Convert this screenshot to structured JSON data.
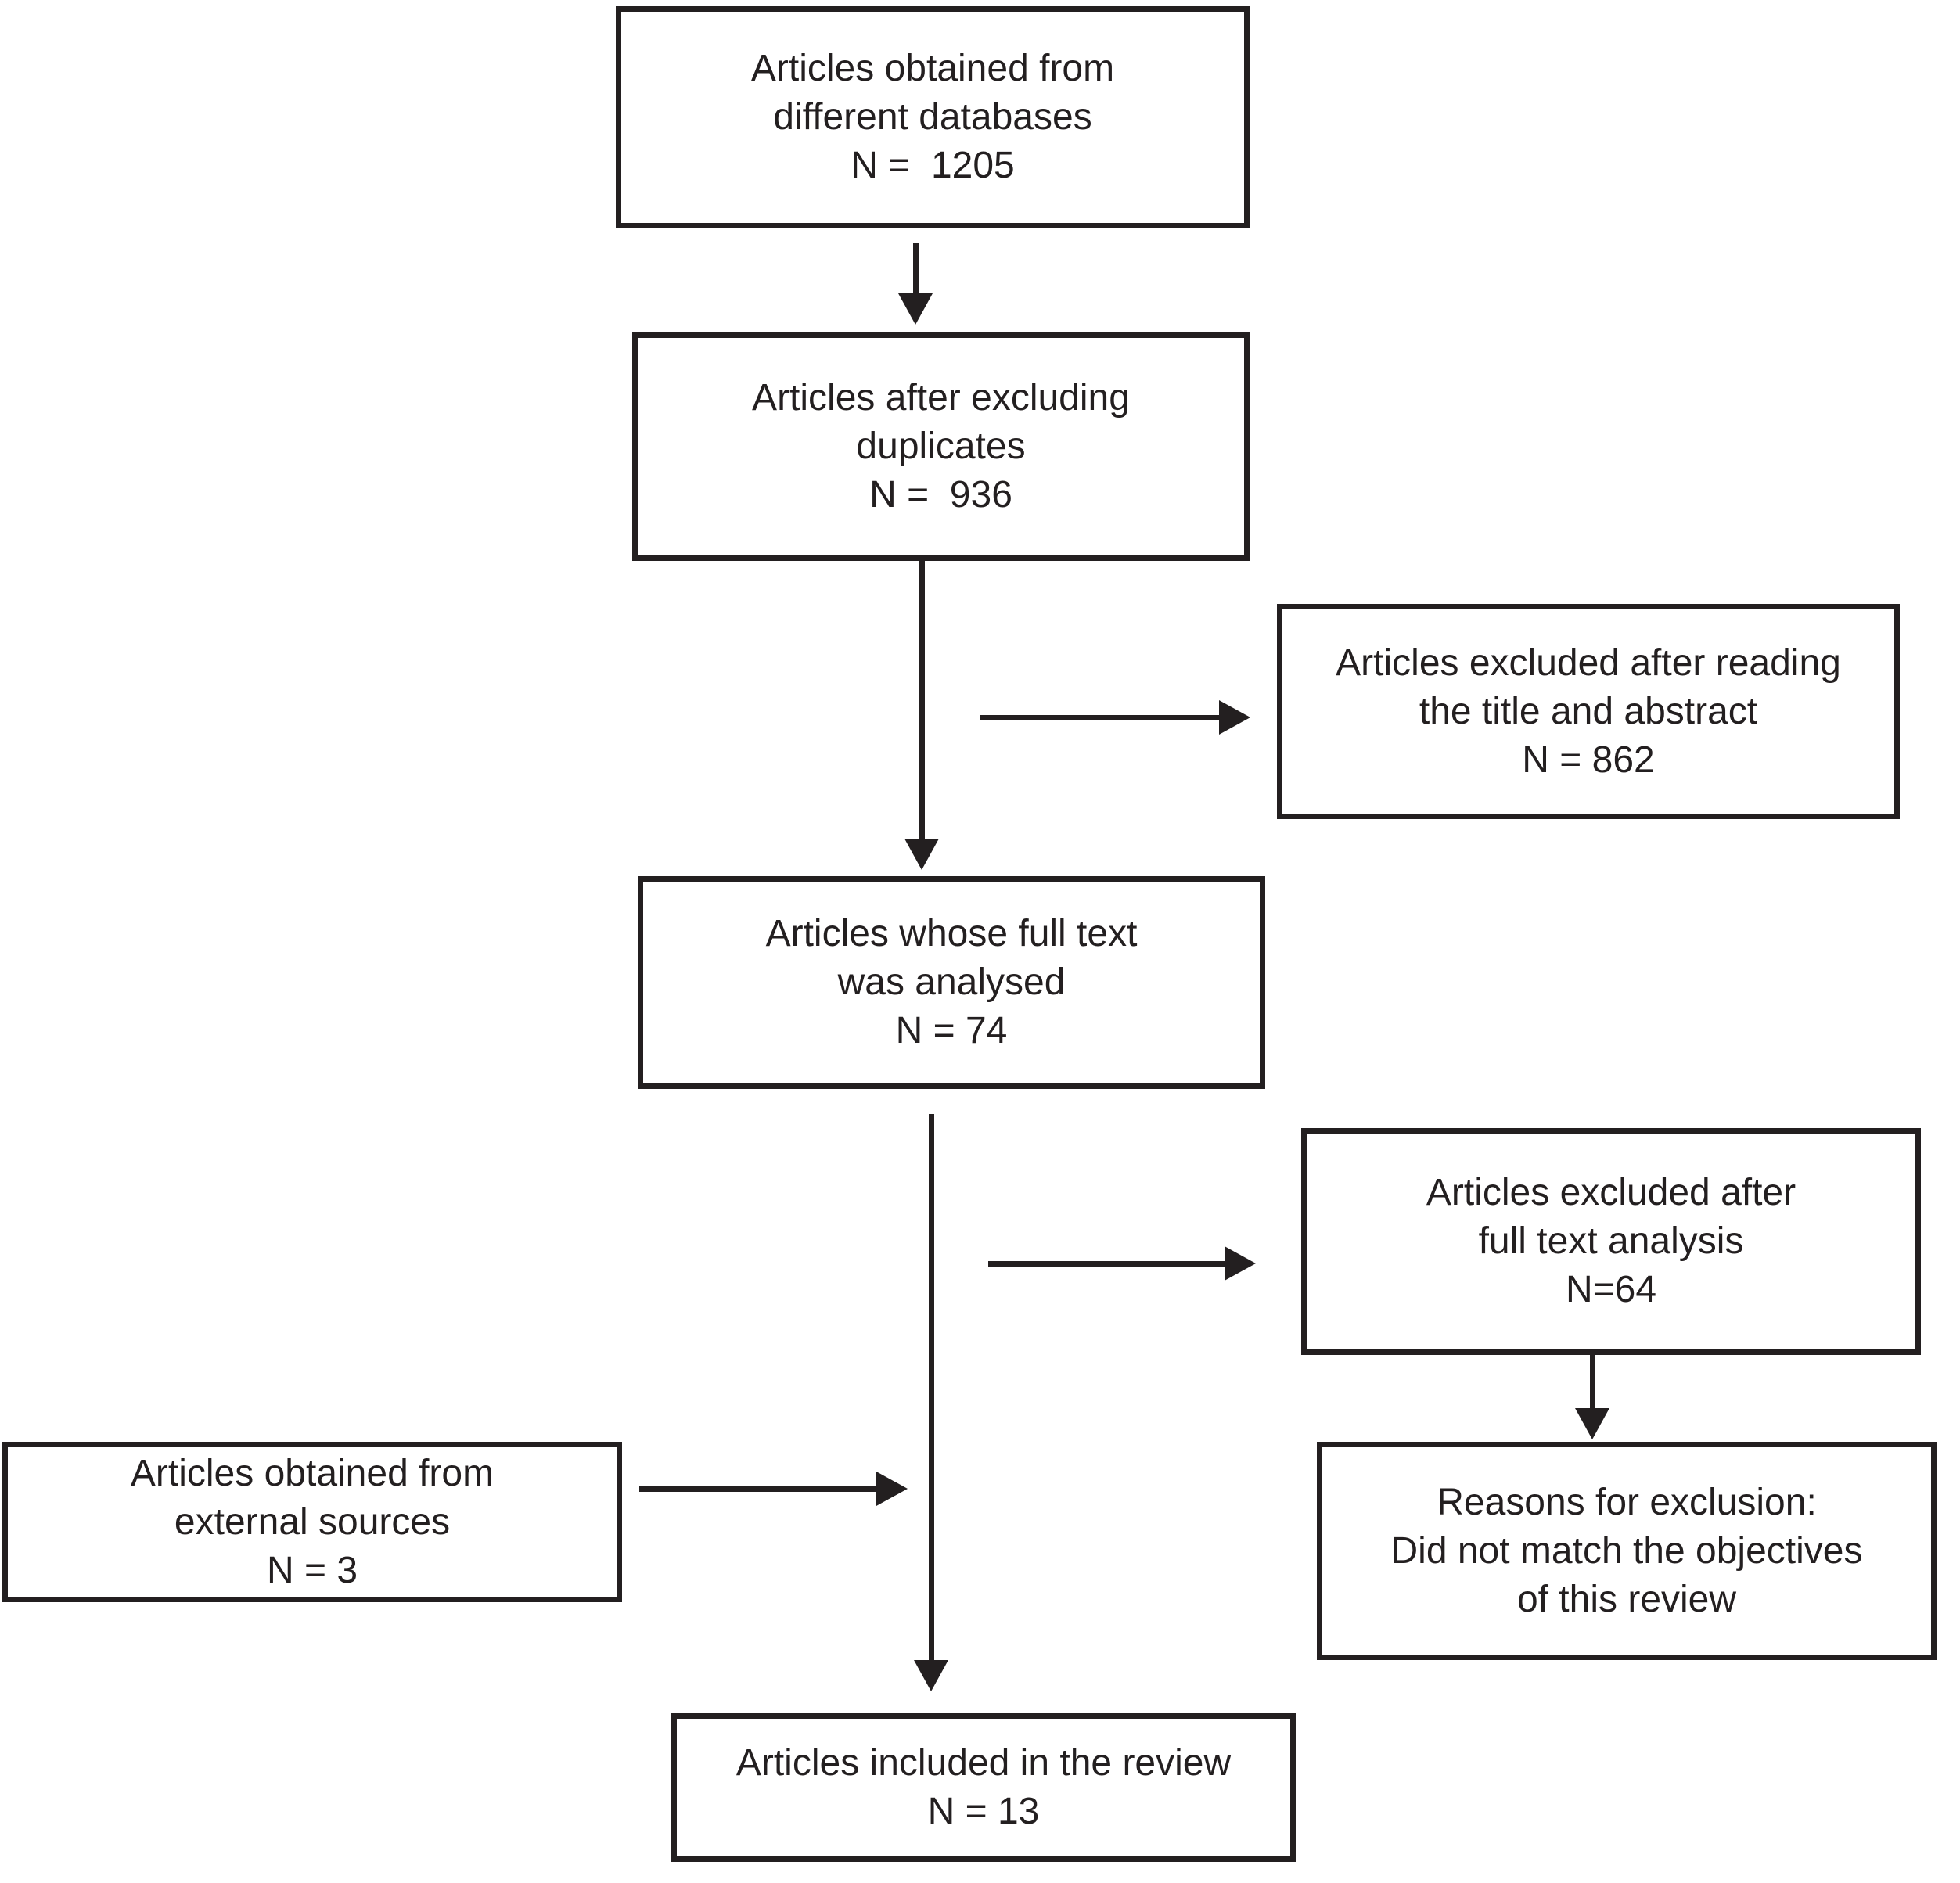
{
  "colors": {
    "ink": "#231f20",
    "background": "#ffffff"
  },
  "boxes": {
    "databases": {
      "lines": [
        "Articles obtained from",
        "different databases",
        "N =  1205"
      ]
    },
    "duplicates": {
      "lines": [
        "Articles after excluding",
        "duplicates",
        "N =  936"
      ]
    },
    "title_abstract_excluded": {
      "lines": [
        "Articles excluded after reading",
        "the title and abstract",
        "N = 862"
      ]
    },
    "full_text_analysed": {
      "lines": [
        "Articles whose full text",
        "was analysed",
        "N = 74"
      ]
    },
    "full_text_excluded": {
      "lines": [
        "Articles excluded after",
        "full text analysis",
        "N=64"
      ]
    },
    "exclusion_reasons": {
      "lines": [
        "Reasons for exclusion:",
        "Did not match the objectives",
        "of this review"
      ]
    },
    "external_sources": {
      "lines": [
        "Articles obtained from",
        "external sources",
        "N = 3"
      ]
    },
    "included": {
      "lines": [
        "Articles included in the review",
        "N = 13"
      ]
    }
  }
}
